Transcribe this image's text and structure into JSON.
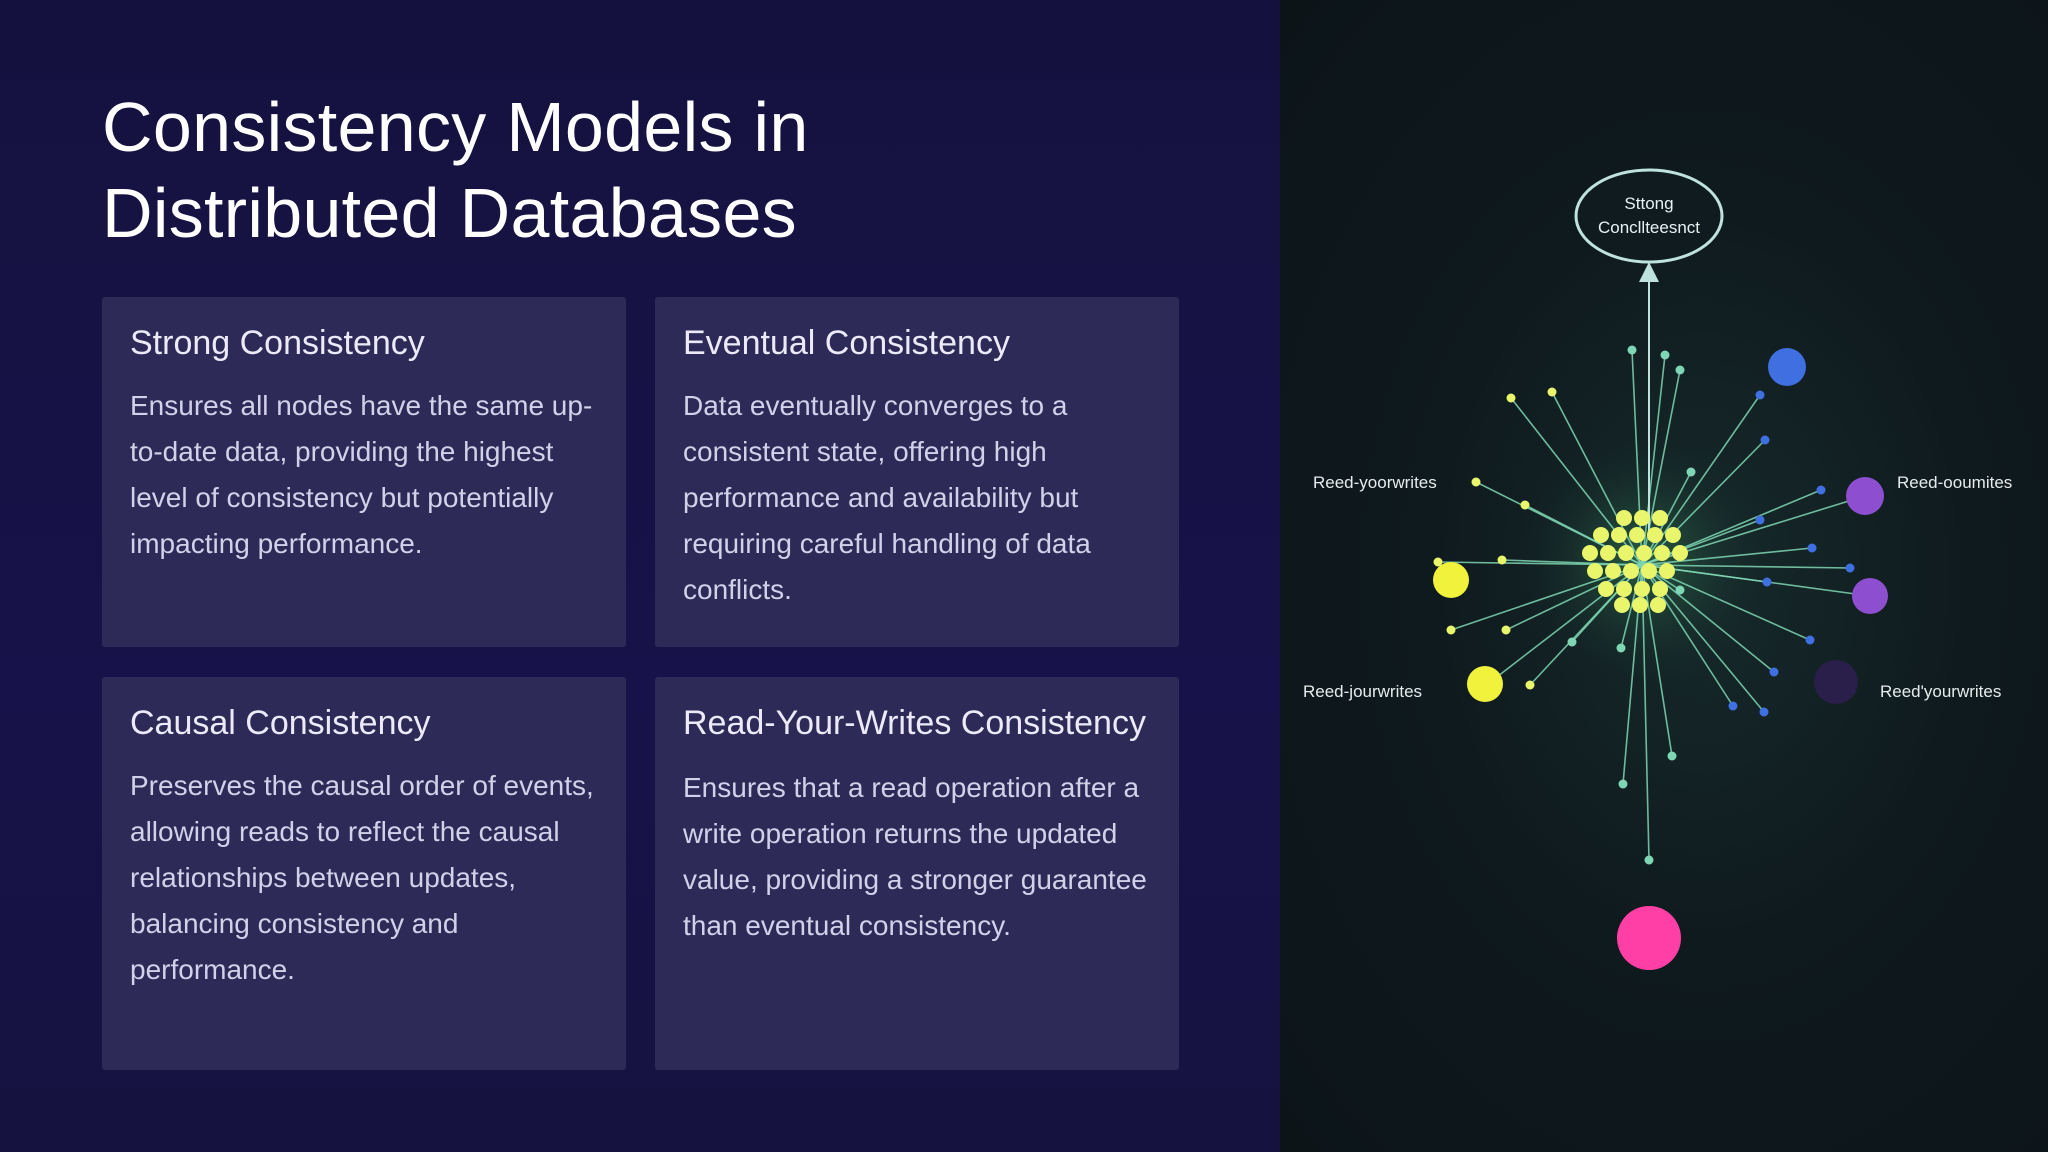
{
  "slide": {
    "title": "Consistency Models in\nDistributed  Databases"
  },
  "cards": [
    {
      "title": "Strong Consistency",
      "body": "Ensures all nodes have the same up-to-date data, providing the highest level of consistency but potentially impacting performance."
    },
    {
      "title": "Eventual Consistency",
      "body": "Data eventually converges to a consistent state, offering high performance and availability but  requiring careful handling of data  conflicts."
    },
    {
      "title": "Causal Consistency",
      "body": "Preserves the causal order of events,  allowing reads to reflect the causal  relationships between updates,  balancing consistency and  performance."
    },
    {
      "title": "Read-Your-Writes Consistency",
      "body": "Ensures that a read operation after a  write operation returns the updated  value, providing  a stronger  guarantee than eventual consistency."
    }
  ],
  "diagram": {
    "top_node": {
      "line1": "Sttong",
      "line2": "Concllteesnct"
    },
    "labels": {
      "upper_left": "Reed-yoorwrites",
      "upper_right": "Reed-ooumites",
      "lower_left": "Reed-jourwrites",
      "lower_right": "Reed'yourwrites"
    },
    "colors": {
      "cluster": "#e9f56a",
      "spoke": "#7fd6b4",
      "top_ring": "#bfe3dc",
      "blue_node": "#3f6fe0",
      "purple_node": "#8d4fd0",
      "yellow_node": "#f0f23c",
      "pink_node": "#ff3fa6",
      "dark_node": "#2a1f4a"
    }
  }
}
